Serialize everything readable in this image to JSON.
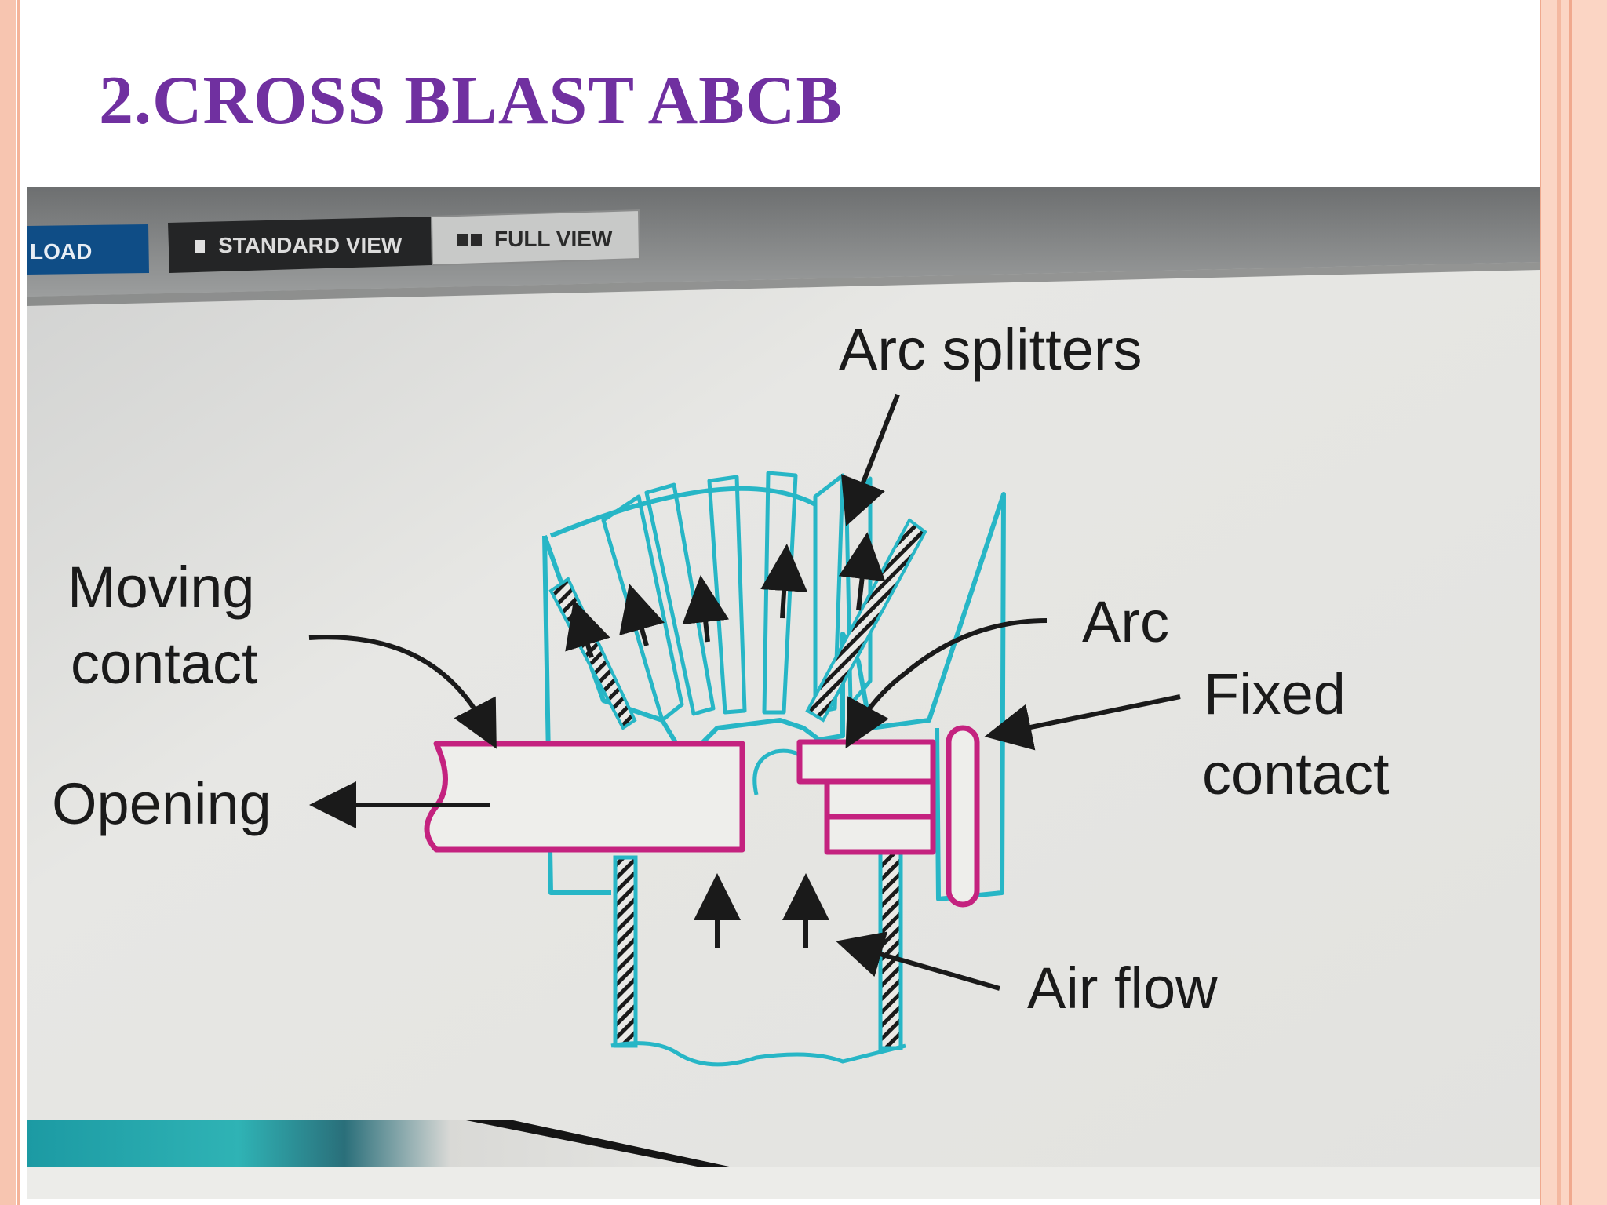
{
  "slide": {
    "title": "2.CROSS BLAST ABCB"
  },
  "photo_toolbar": {
    "download_label": "LOAD",
    "standard_view_label": "STANDARD VIEW",
    "full_view_label": "FULL VIEW"
  },
  "diagram": {
    "labels": {
      "arc_splitters": "Arc splitters",
      "moving_contact_line1": "Moving",
      "moving_contact_line2": "contact",
      "arc": "Arc",
      "fixed_contact_line1": "Fixed",
      "fixed_contact_line2": "contact",
      "opening": "Opening",
      "air_flow": "Air flow"
    },
    "colors": {
      "chamber": "#27b6c6",
      "contacts": "#c4227f",
      "ink": "#1a1a1a"
    }
  }
}
